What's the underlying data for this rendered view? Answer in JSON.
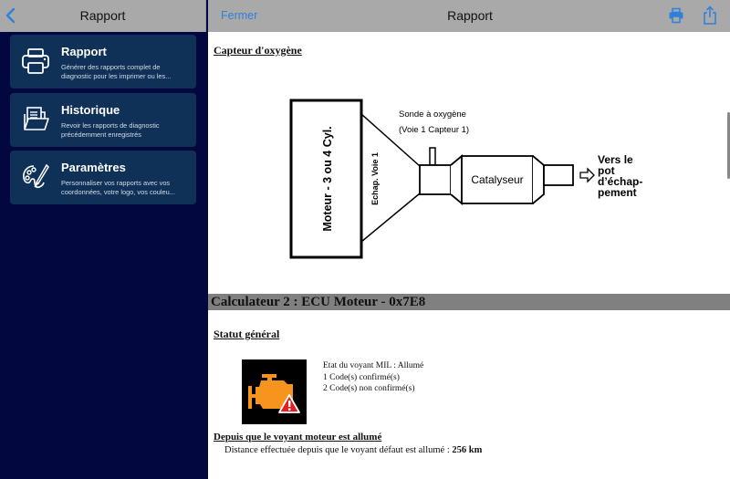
{
  "sidebar": {
    "title": "Rapport",
    "back_icon": "chevron-left-icon",
    "items": [
      {
        "title": "Rapport",
        "description": "Générer des rapports complet de diagnostic pour les imprimer ou les...",
        "icon": "printer-icon"
      },
      {
        "title": "Historique",
        "description": "Revoir les rapports de diagnostic précédemment enregistrés",
        "icon": "folder-documents-icon"
      },
      {
        "title": "Paramètres",
        "description": "Personnaliser vos rapports avec vos coordonnées, votre logo, vos couleu...",
        "icon": "palette-icon"
      }
    ]
  },
  "header": {
    "close_label": "Fermer",
    "title": "Rapport",
    "print_icon": "printer-icon",
    "share_icon": "share-icon",
    "accent_color": "#2f7fdc"
  },
  "report": {
    "oxygen_heading": "Capteur d'oxygène",
    "diagram": {
      "engine_label": "Moteur - 3 ou 4 Cyl.",
      "exhaust_label": "Echap. Voie 1",
      "sensor_label_line1": "Sonde à oxygène",
      "sensor_label_line2": "(Voie 1 Capteur 1)",
      "catalyst_label": "Catalyseur",
      "outlet_line1": "Vers le",
      "outlet_line2": "pot",
      "outlet_line3": "d’échap-",
      "outlet_line4": "pement"
    },
    "ecu_section_title": "Calculateur 2 : ECU Moteur - 0x7E8",
    "status_heading": "Statut général",
    "mil_icon": "check-engine-warning-icon",
    "status_lines": [
      "Etat du voyant MIL : Allumé",
      "1 Code(s) confirmé(s)",
      "2 Code(s) non confirmé(s)"
    ],
    "since_mil_heading": "Depuis que le voyant moteur est allumé",
    "distance_label": "Distance effectuée depuis que le voyant défaut est allumé : ",
    "distance_value": "256 km"
  }
}
